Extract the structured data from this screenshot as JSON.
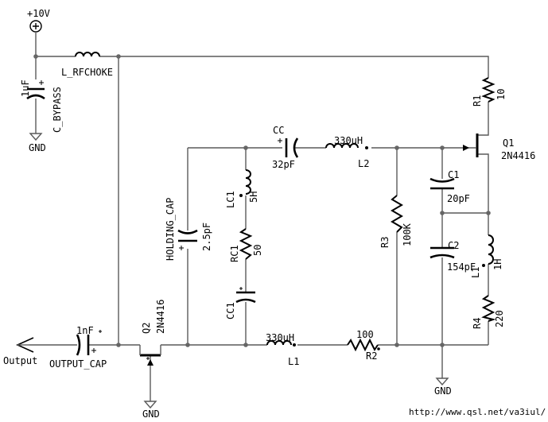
{
  "supply": {
    "label": "+10V"
  },
  "output": {
    "label": "Output"
  },
  "ground_label": "GND",
  "footer_url": "http://www.qsl.net/va3iul/",
  "components": {
    "l_rfchoke": {
      "name": "L_RFCHOKE"
    },
    "c_bypass": {
      "name": "C_BYPASS",
      "value": "1uF"
    },
    "r1": {
      "name": "R1",
      "value": "10"
    },
    "q1": {
      "name": "Q1",
      "part": "2N4416"
    },
    "cc": {
      "name": "CC",
      "value": "32pF"
    },
    "l2": {
      "name": "L2",
      "value": "330uH"
    },
    "lc1": {
      "name": "LC1",
      "value": "5H"
    },
    "holding_cap": {
      "name": "HOLDING_CAP",
      "value": "2.5pF"
    },
    "rc1": {
      "name": "RC1",
      "value": "50"
    },
    "cc1": {
      "name": "CC1"
    },
    "c1": {
      "name": "C1",
      "value": "20pF"
    },
    "r3": {
      "name": "R3",
      "value": "100K"
    },
    "c2": {
      "name": "C2",
      "value": "154pF"
    },
    "l1_right": {
      "name": "L1",
      "value": "1H"
    },
    "r4": {
      "name": "R4",
      "value": "220"
    },
    "q2": {
      "name": "Q2",
      "part": "2N4416"
    },
    "output_cap": {
      "name": "OUTPUT_CAP",
      "value": "1nF"
    },
    "l1_bottom": {
      "name": "L1",
      "value": "330uH"
    },
    "r2": {
      "name": "R2",
      "value": "100"
    }
  }
}
